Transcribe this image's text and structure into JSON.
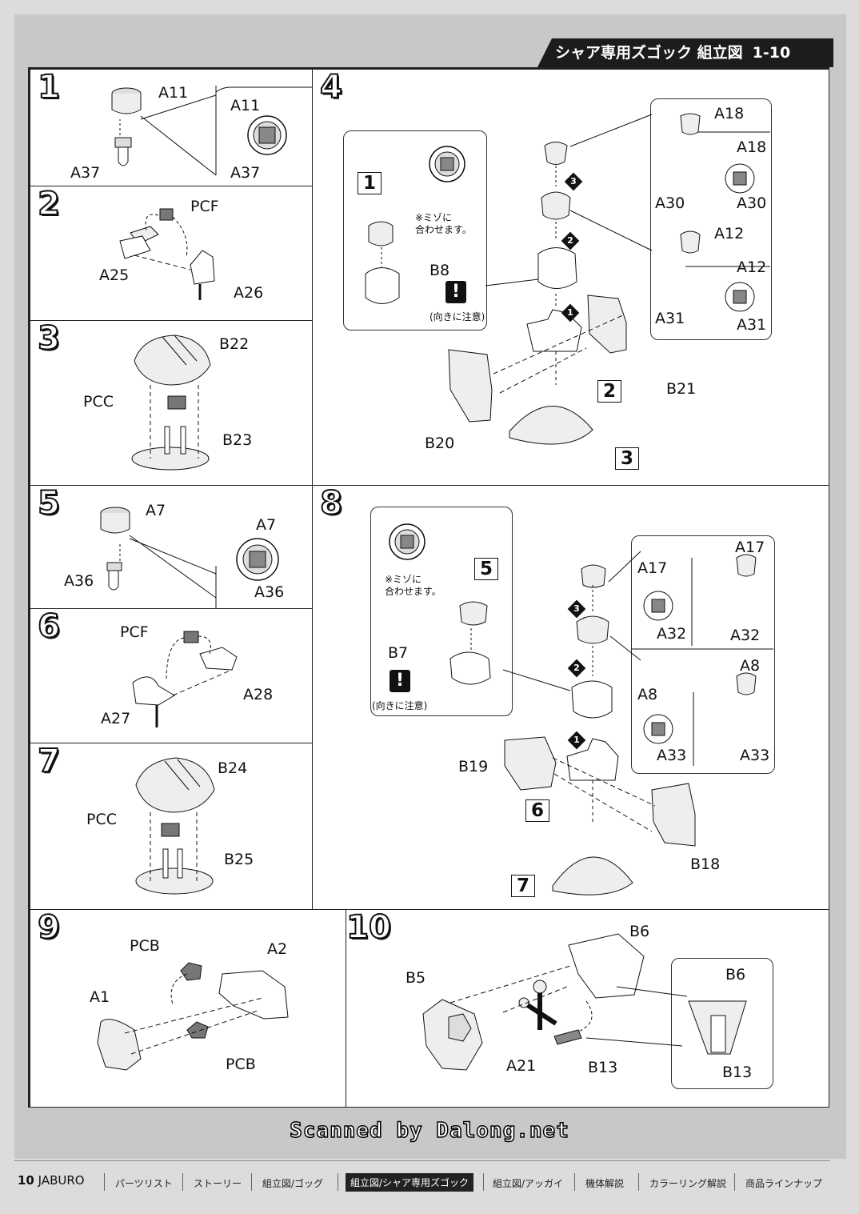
{
  "header": {
    "title": "シャア専用ズゴック 組立図",
    "section": "1-10"
  },
  "steps": {
    "s1": {
      "num": "1",
      "labels": [
        "A11",
        "A37",
        "A11",
        "A37"
      ]
    },
    "s2": {
      "num": "2",
      "labels": [
        "PCF",
        "A25",
        "A26"
      ]
    },
    "s3": {
      "num": "3",
      "labels": [
        "B22",
        "PCC",
        "B23"
      ]
    },
    "s4": {
      "num": "4",
      "labels": [
        "A18",
        "A30",
        "A18",
        "A30",
        "A12",
        "A31",
        "A12",
        "A31",
        "B8",
        "B21",
        "B20"
      ],
      "note_line1": "※ミゾに",
      "note_line2": "合わせます。",
      "caution": "(向きに注意)",
      "ref1": "1",
      "ref2": "2",
      "ref3": "3"
    },
    "s5": {
      "num": "5",
      "labels": [
        "A7",
        "A36",
        "A7",
        "A36"
      ]
    },
    "s6": {
      "num": "6",
      "labels": [
        "PCF",
        "A28",
        "A27"
      ]
    },
    "s7": {
      "num": "7",
      "labels": [
        "B24",
        "PCC",
        "B25"
      ]
    },
    "s8": {
      "num": "8",
      "labels": [
        "A17",
        "A32",
        "A17",
        "A32",
        "A8",
        "A33",
        "A8",
        "A33",
        "B7",
        "B19",
        "B18"
      ],
      "note_line1": "※ミゾに",
      "note_line2": "合わせます。",
      "caution": "(向きに注意)",
      "ref5": "5",
      "ref6": "6",
      "ref7": "7"
    },
    "s9": {
      "num": "9",
      "labels": [
        "PCB",
        "A2",
        "A1",
        "PCB"
      ]
    },
    "s10": {
      "num": "10",
      "labels": [
        "B6",
        "B5",
        "A21",
        "B13",
        "B6",
        "B13"
      ]
    }
  },
  "scanned_by": "Scanned by Dalong.net",
  "footer": {
    "page_number": "10",
    "brand": "JABURO",
    "nav": [
      "パーツリスト",
      "ストーリー",
      "組立図/ゴッグ",
      "組立図/シャア専用ズゴック",
      "組立図/アッガイ",
      "機体解説",
      "カラーリング解説",
      "商品ラインナップ"
    ]
  }
}
